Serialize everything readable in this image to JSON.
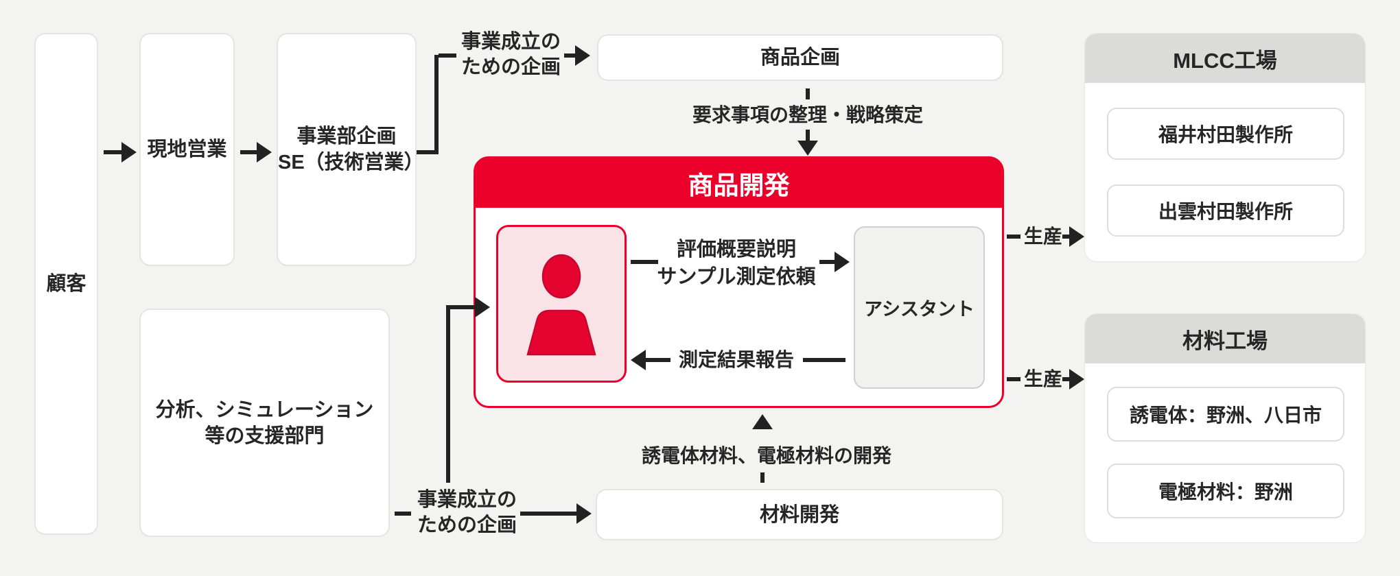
{
  "colors": {
    "background": "#F3F3F2",
    "accent_red": "#EB0029",
    "person_card_pink": "#FAE3E6",
    "panel_header_gray": "#DBDBDA",
    "line_black": "#222222"
  },
  "nodes": {
    "customer": {
      "label": "顧客"
    },
    "local_sales": {
      "label": "現地営業"
    },
    "division_planning": {
      "line1": "事業部企画",
      "line2": "SE（技術営業）"
    },
    "support_department": {
      "line1": "分析、シミュレーション",
      "line2": "等の支援部門"
    },
    "product_planning": {
      "label": "商品企画"
    },
    "product_development": {
      "title": "商品開発",
      "assistant_label": "アシスタント"
    },
    "material_development": {
      "label": "材料開発"
    }
  },
  "flow_labels": {
    "business_plan_top": {
      "line1": "事業成立の",
      "line2": "ための企画"
    },
    "business_plan_bottom": {
      "line1": "事業成立の",
      "line2": "ための企画"
    },
    "requirements": "要求事項の整理・戦略策定",
    "evaluation_request": {
      "line1": "評価概要説明",
      "line2": "サンプル測定依頼"
    },
    "measurement_report": "測定結果報告",
    "material_dev": "誘電体材料、電極材料の開発",
    "production_mlcc": "生産",
    "production_material": "生産"
  },
  "factories": {
    "mlcc": {
      "title": "MLCC工場",
      "items": [
        "福井村田製作所",
        "出雲村田製作所"
      ]
    },
    "material": {
      "title": "材料工場",
      "items": [
        "誘電体：野洲、八日市",
        "電極材料：野洲"
      ]
    }
  }
}
